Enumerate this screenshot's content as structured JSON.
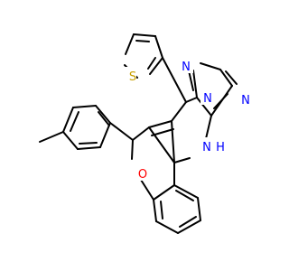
{
  "atom_labels": {
    "sulfur": "S",
    "oxygen": "O",
    "nitrogen_1": "N",
    "nitrogen_2": "N",
    "nitrogen_3": "N",
    "nitrogen_4": "N",
    "hydrogen": "H"
  },
  "colors": {
    "sulfur": "#c8a000",
    "oxygen": "#ff0000",
    "nitrogen": "#0000ff",
    "bond": "#000000",
    "background": "#ffffff"
  }
}
